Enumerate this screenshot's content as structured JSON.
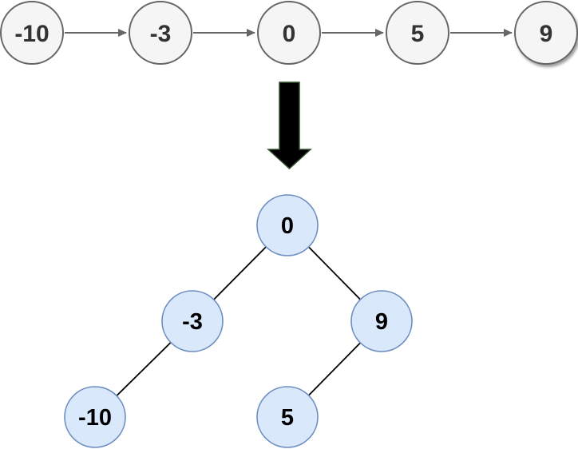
{
  "diagram": {
    "description": "sorted linked list converted to height-balanced binary search tree",
    "linked_list": {
      "values": [
        "-10",
        "-3",
        "0",
        "5",
        "9"
      ],
      "connector_count": 4
    },
    "transform_arrow": {
      "direction": "down"
    },
    "tree": {
      "structure": {
        "value": "0",
        "left": {
          "value": "-3",
          "left": {
            "value": "-10"
          }
        },
        "right": {
          "value": "9",
          "left": {
            "value": "5"
          }
        }
      },
      "edges": [
        "0-left--3",
        "0-right-9",
        "-3-left--10",
        "9-left-5"
      ]
    },
    "colors": {
      "background": "#ffffff",
      "list_node_fill": "#f5f5f5",
      "list_node_border": "#666666",
      "list_text": "#333333",
      "list_connector": "#666666",
      "big_arrow_fill": "#000000",
      "big_arrow_outline": "#33502e",
      "tree_node_fill": "#dae8fc",
      "tree_node_border": "#6c8ebf",
      "tree_text": "#000000",
      "tree_edge": "#000000"
    }
  }
}
